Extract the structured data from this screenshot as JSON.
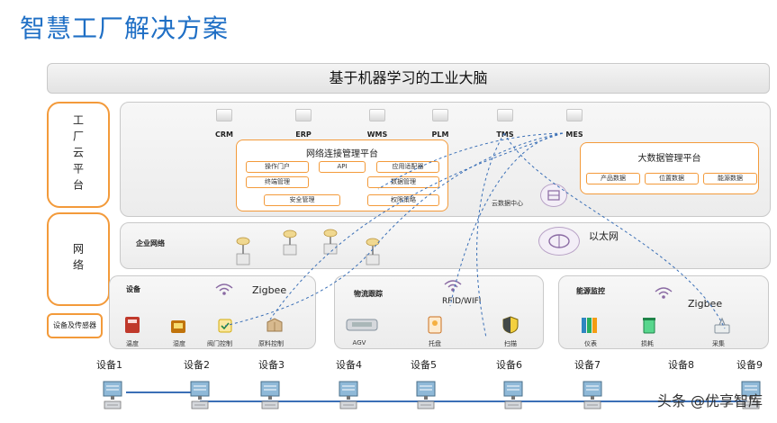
{
  "title": "智慧工厂解决方案",
  "brain_bar": "基于机器学习的工业大脑",
  "side_labels": {
    "cloud": "工厂云平台",
    "network": "网络",
    "devices": "设备及传感器"
  },
  "systems": [
    "CRM",
    "ERP",
    "WMS",
    "PLM",
    "TMS",
    "MES"
  ],
  "network_mgmt": {
    "title": "网络连接管理平台",
    "chips": [
      "操作门户",
      "API",
      "应用适配器",
      "终端管理",
      "数据管理",
      "安全管理",
      "权限策略"
    ]
  },
  "bigdata": {
    "title": "大数据管理平台",
    "chips": [
      "产品数据",
      "位置数据",
      "能源数据"
    ]
  },
  "cloud_center": "云数据中心",
  "ethernet": "以太网",
  "enterprise_network": "企业网络",
  "equipment_panel": {
    "title": "设备",
    "protocol": "Zigbee",
    "items": [
      "温度",
      "湿度",
      "阀门控制",
      "原料控制"
    ]
  },
  "logistics_panel": {
    "title": "物流跟踪",
    "protocol": "RFID/WIFI",
    "items": [
      "AGV",
      "托盘",
      "扫描"
    ]
  },
  "energy_panel": {
    "title": "能源监控",
    "protocol": "Zigbee",
    "items": [
      "仪表",
      "损耗",
      "采集"
    ]
  },
  "devices": [
    "设备1",
    "设备2",
    "设备3",
    "设备4",
    "设备5",
    "设备6",
    "设备7",
    "设备8",
    "设备9"
  ],
  "watermark": "头条 @优享智库",
  "colors": {
    "title_blue": "#1f6fc5",
    "accent_orange": "#f39a3a",
    "link_blue": "#3a6fb6"
  }
}
